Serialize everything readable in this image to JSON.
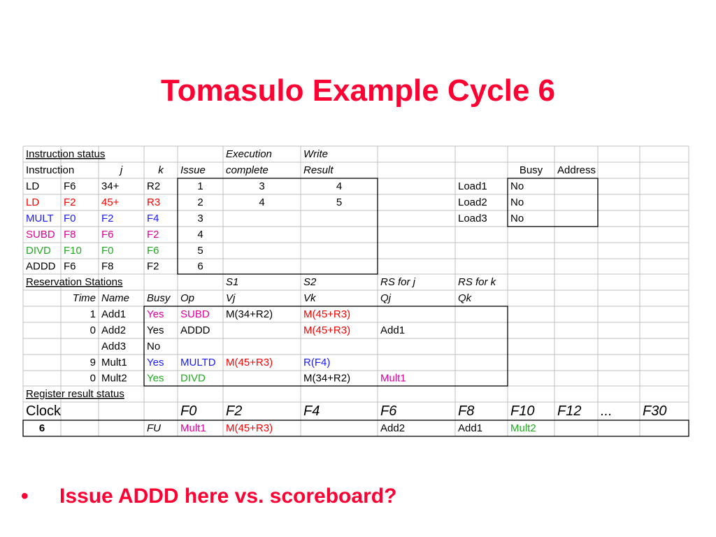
{
  "slide": {
    "title": "Tomasulo Example Cycle 6",
    "bullet": "Issue ADDD here vs. scoreboard?",
    "bullet_mark": "•"
  },
  "colors": {
    "title": "#ff0033",
    "red": "#ff0000",
    "blue": "#1a1aff",
    "magenta": "#e0009c",
    "green": "#22aa22",
    "black": "#000000",
    "grid": "#c0c0c0"
  },
  "sheet": [
    [
      {
        "t": "Instruction status ",
        "u": 1
      },
      "",
      "",
      "",
      "",
      {
        "t": "Execution",
        "i": 1
      },
      {
        "t": "Write",
        "i": 1
      },
      "",
      "",
      "",
      "",
      "",
      ""
    ],
    [
      "Instruction",
      "",
      {
        "t": "j",
        "i": 1,
        "a": "c"
      },
      {
        "t": "k",
        "i": 1,
        "a": "c"
      },
      {
        "t": "Issue",
        "i": 1
      },
      {
        "t": "complete",
        "i": 1
      },
      {
        "t": "Result",
        "i": 1
      },
      "",
      "",
      {
        "t": "Busy",
        "a": "c"
      },
      "Address",
      "",
      ""
    ],
    [
      "LD",
      "F6",
      "34+",
      "R2",
      {
        "t": "1",
        "a": "c"
      },
      {
        "t": "3",
        "a": "c"
      },
      {
        "t": "4",
        "a": "c"
      },
      "",
      "Load1",
      "No",
      "",
      "",
      ""
    ],
    [
      {
        "t": "LD",
        "c": "red"
      },
      {
        "t": "F2",
        "c": "red"
      },
      {
        "t": "45+",
        "c": "red"
      },
      {
        "t": "R3",
        "c": "red"
      },
      {
        "t": "2",
        "a": "c"
      },
      {
        "t": "4",
        "a": "c"
      },
      {
        "t": "5",
        "a": "c"
      },
      "",
      "Load2",
      "No",
      "",
      "",
      ""
    ],
    [
      {
        "t": "MULT",
        "c": "blue"
      },
      {
        "t": "F0",
        "c": "blue"
      },
      {
        "t": "F2",
        "c": "blue"
      },
      {
        "t": "F4",
        "c": "blue"
      },
      {
        "t": "3",
        "a": "c"
      },
      "",
      "",
      "",
      "Load3",
      "No",
      "",
      "",
      ""
    ],
    [
      {
        "t": "SUBD",
        "c": "magenta"
      },
      {
        "t": "F8",
        "c": "magenta"
      },
      {
        "t": "F6",
        "c": "magenta"
      },
      {
        "t": "F2",
        "c": "magenta"
      },
      {
        "t": "4",
        "a": "c"
      },
      "",
      "",
      "",
      "",
      "",
      "",
      "",
      ""
    ],
    [
      {
        "t": "DIVD",
        "c": "green"
      },
      {
        "t": "F10",
        "c": "green"
      },
      {
        "t": "F0",
        "c": "green"
      },
      {
        "t": "F6",
        "c": "green"
      },
      {
        "t": "5",
        "a": "c"
      },
      "",
      "",
      "",
      "",
      "",
      "",
      "",
      ""
    ],
    [
      "ADDD",
      "F6",
      "F8",
      "F2",
      {
        "t": "6",
        "a": "c"
      },
      "",
      "",
      "",
      "",
      "",
      "",
      "",
      ""
    ],
    [
      {
        "t": "Reservation Stations",
        "u": 1
      },
      "",
      "",
      "",
      "",
      {
        "t": "S1",
        "i": 1
      },
      {
        "t": "S2",
        "i": 1
      },
      {
        "t": "RS for j",
        "i": 1
      },
      {
        "t": "RS for k",
        "i": 1
      },
      "",
      "",
      "",
      ""
    ],
    [
      "",
      {
        "t": "Time",
        "i": 1,
        "a": "r"
      },
      {
        "t": "Name",
        "i": 1
      },
      {
        "t": "Busy",
        "i": 1
      },
      {
        "t": "Op",
        "i": 1
      },
      {
        "t": "Vj",
        "i": 1
      },
      {
        "t": "Vk",
        "i": 1
      },
      {
        "t": "Qj",
        "i": 1
      },
      {
        "t": "Qk",
        "i": 1
      },
      "",
      "",
      "",
      ""
    ],
    [
      "",
      {
        "t": "1",
        "a": "r"
      },
      "Add1",
      {
        "t": "Yes",
        "c": "magenta"
      },
      {
        "t": "SUBD",
        "c": "magenta"
      },
      "M(34+R2)",
      {
        "t": "M(45+R3)",
        "c": "red"
      },
      "",
      "",
      "",
      "",
      "",
      ""
    ],
    [
      "",
      {
        "t": "0",
        "a": "r"
      },
      "Add2",
      "Yes",
      "ADDD",
      "",
      {
        "t": "M(45+R3)",
        "c": "red"
      },
      "Add1",
      "",
      "",
      "",
      "",
      ""
    ],
    [
      "",
      "",
      "Add3",
      "No",
      "",
      "",
      "",
      "",
      "",
      "",
      "",
      "",
      ""
    ],
    [
      "",
      {
        "t": "9",
        "a": "r"
      },
      "Mult1",
      {
        "t": "Yes",
        "c": "blue"
      },
      {
        "t": "MULTD",
        "c": "blue"
      },
      {
        "t": "M(45+R3)",
        "c": "red"
      },
      {
        "t": "R(F4)",
        "c": "blue"
      },
      "",
      "",
      "",
      "",
      "",
      ""
    ],
    [
      "",
      {
        "t": "0",
        "a": "r"
      },
      "Mult2",
      {
        "t": "Yes",
        "c": "green"
      },
      {
        "t": "DIVD",
        "c": "green"
      },
      "",
      "M(34+R2)",
      {
        "t": "Mult1",
        "c": "magenta"
      },
      "",
      "",
      "",
      "",
      ""
    ],
    [
      {
        "t": "Register result status",
        "u": 1
      },
      "",
      "",
      "",
      "",
      "",
      "",
      "",
      "",
      "",
      "",
      "",
      ""
    ],
    [
      {
        "t": "Clock",
        "s": "l"
      },
      "",
      "",
      "",
      {
        "t": "F0",
        "s": "l",
        "i": 1
      },
      {
        "t": "F2",
        "s": "l",
        "i": 1
      },
      {
        "t": "F4",
        "s": "l",
        "i": 1
      },
      {
        "t": "F6",
        "s": "l",
        "i": 1
      },
      {
        "t": "F8",
        "s": "l",
        "i": 1
      },
      {
        "t": "F10",
        "s": "l",
        "i": 1
      },
      {
        "t": "F12",
        "s": "l",
        "i": 1
      },
      {
        "t": "...",
        "s": "l",
        "i": 1
      },
      {
        "t": "F30",
        "s": "l",
        "i": 1
      }
    ],
    [
      {
        "t": "6",
        "b": 1,
        "a": "c"
      },
      "",
      "",
      {
        "t": "FU",
        "i": 1
      },
      {
        "t": "Mult1",
        "c": "magenta"
      },
      {
        "t": "M(45+R3)",
        "c": "red"
      },
      "",
      "Add2",
      "Add1",
      {
        "t": "Mult2",
        "c": "green"
      },
      "",
      "",
      ""
    ]
  ]
}
